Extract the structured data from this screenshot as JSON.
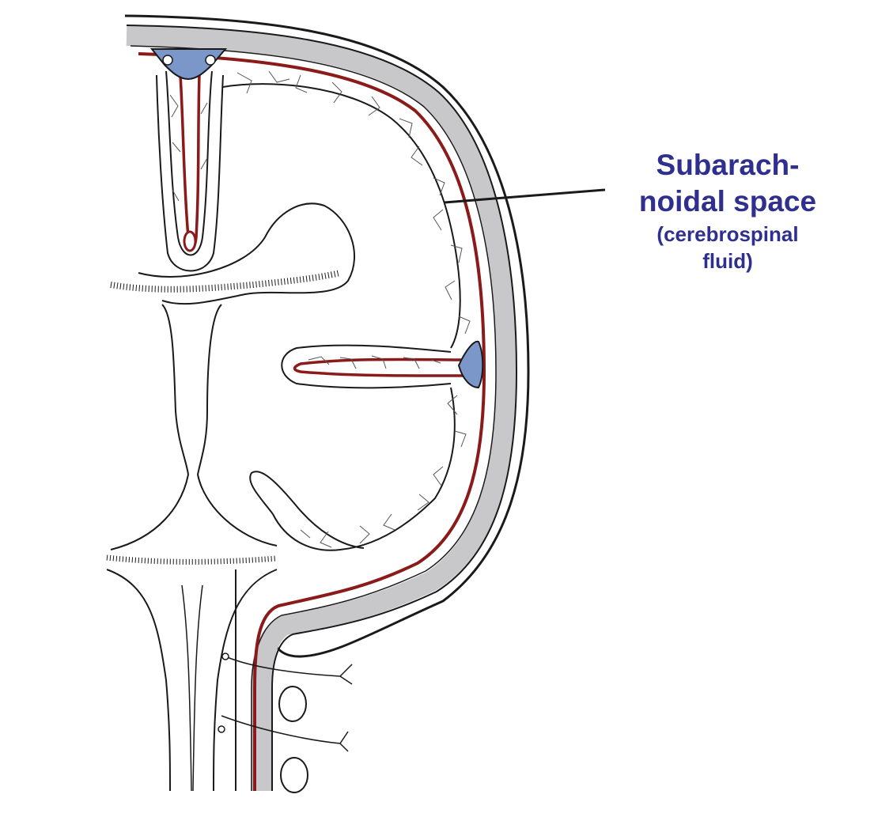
{
  "label": {
    "line1": "Subarach-",
    "line2": "noidal space",
    "line3": "(cerebrospinal",
    "line4": "fluid)"
  },
  "colors": {
    "label_text": "#2e2f8e",
    "outline": "#1a1a1a",
    "dura_gray": "#c8c8ca",
    "pia_red": "#8b1a1a",
    "venous_blue": "#7b96c9",
    "cell_lines": "#555555"
  }
}
